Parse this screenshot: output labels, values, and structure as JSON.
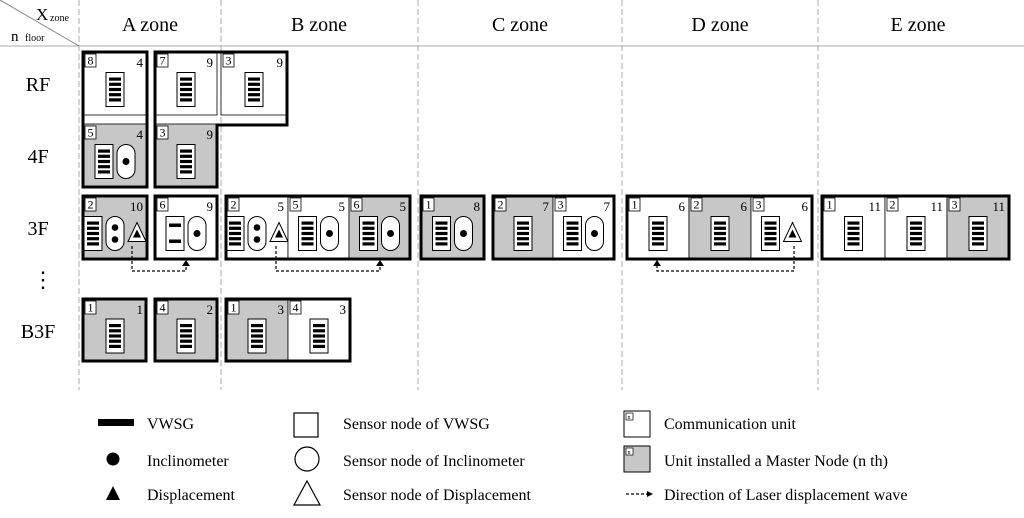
{
  "header": {
    "corner_top": "X",
    "corner_top_sub": "zone",
    "corner_bottom": "n",
    "corner_bottom_sub": "floor",
    "zones": [
      "A zone",
      "B zone",
      "C zone",
      "D zone",
      "E zone"
    ]
  },
  "floors": [
    "RF",
    "4F",
    "3F",
    "⋮",
    "B3F"
  ],
  "units": [
    {
      "zone": "A",
      "floor": "RF",
      "col": 0,
      "num": "8",
      "count": "4",
      "fill": "white",
      "sensors": [
        "vwsg"
      ]
    },
    {
      "zone": "A",
      "floor": "4F",
      "col": 0,
      "num": "5",
      "count": "4",
      "fill": "gray",
      "sensors": [
        "vwsg",
        "incl"
      ]
    },
    {
      "zone": "A",
      "floor": "3F",
      "col": 0,
      "num": "2",
      "count": "10",
      "fill": "gray",
      "sensors": [
        "vwsg",
        "incl2",
        "disp"
      ]
    },
    {
      "zone": "A",
      "floor": "B3F",
      "col": 0,
      "num": "1",
      "count": "1",
      "fill": "gray",
      "sensors": [
        "vwsg"
      ]
    },
    {
      "zone": "A",
      "floor": "RF",
      "col": 1,
      "num": "7",
      "count": "9",
      "fill": "white",
      "sensors": [
        "vwsg"
      ]
    },
    {
      "zone": "A",
      "floor": "4F",
      "col": 1,
      "num": "3",
      "count": "9",
      "fill": "gray",
      "sensors": [
        "vwsg"
      ]
    },
    {
      "zone": "A",
      "floor": "3F",
      "col": 1,
      "num": "6",
      "count": "9",
      "fill": "white",
      "sensors": [
        "vwsg2",
        "incl"
      ]
    },
    {
      "zone": "A",
      "floor": "B3F",
      "col": 1,
      "num": "4",
      "count": "2",
      "fill": "gray",
      "sensors": [
        "vwsg"
      ]
    },
    {
      "zone": "B",
      "floor": "RF",
      "col": 0,
      "num": "3",
      "count": "9",
      "fill": "white",
      "sensors": [
        "vwsg"
      ]
    },
    {
      "zone": "B",
      "floor": "3F",
      "col": 0,
      "num": "2",
      "count": "5",
      "fill": "white",
      "sensors": [
        "vwsg",
        "incl2",
        "disp"
      ]
    },
    {
      "zone": "B",
      "floor": "3F",
      "col": 1,
      "num": "5",
      "count": "5",
      "fill": "white",
      "sensors": [
        "vwsg",
        "incl"
      ]
    },
    {
      "zone": "B",
      "floor": "3F",
      "col": 2,
      "num": "6",
      "count": "5",
      "fill": "gray",
      "sensors": [
        "vwsg",
        "incl"
      ]
    },
    {
      "zone": "B",
      "floor": "B3F",
      "col": 0,
      "num": "1",
      "count": "3",
      "fill": "gray",
      "sensors": [
        "vwsg"
      ]
    },
    {
      "zone": "B",
      "floor": "B3F",
      "col": 1,
      "num": "4",
      "count": "3",
      "fill": "white",
      "sensors": [
        "vwsg"
      ]
    },
    {
      "zone": "C",
      "floor": "3F",
      "col": 0,
      "num": "1",
      "count": "8",
      "fill": "gray",
      "sensors": [
        "vwsg",
        "incl"
      ]
    },
    {
      "zone": "C",
      "floor": "3F",
      "col": 1,
      "num": "2",
      "count": "7",
      "fill": "gray",
      "sensors": [
        "vwsg"
      ]
    },
    {
      "zone": "C",
      "floor": "3F",
      "col": 2,
      "num": "3",
      "count": "7",
      "fill": "white",
      "sensors": [
        "vwsg",
        "incl"
      ]
    },
    {
      "zone": "D",
      "floor": "3F",
      "col": 0,
      "num": "1",
      "count": "6",
      "fill": "white",
      "sensors": [
        "vwsg"
      ]
    },
    {
      "zone": "D",
      "floor": "3F",
      "col": 1,
      "num": "2",
      "count": "6",
      "fill": "gray",
      "sensors": [
        "vwsg"
      ]
    },
    {
      "zone": "D",
      "floor": "3F",
      "col": 2,
      "num": "3",
      "count": "6",
      "fill": "white",
      "sensors": [
        "vwsg",
        "disp"
      ]
    },
    {
      "zone": "E",
      "floor": "3F",
      "col": 0,
      "num": "1",
      "count": "11",
      "fill": "white",
      "sensors": [
        "vwsg"
      ]
    },
    {
      "zone": "E",
      "floor": "3F",
      "col": 1,
      "num": "2",
      "count": "11",
      "fill": "white",
      "sensors": [
        "vwsg"
      ]
    },
    {
      "zone": "E",
      "floor": "3F",
      "col": 2,
      "num": "3",
      "count": "11",
      "fill": "gray",
      "sensors": [
        "vwsg"
      ]
    }
  ],
  "legend": [
    {
      "icon": "vwsg-bar-icon",
      "label": "VWSG"
    },
    {
      "icon": "inclinometer-dot-icon",
      "label": "Inclinometer"
    },
    {
      "icon": "displacement-triangle-icon",
      "label": "Displacement"
    },
    {
      "icon": "square-outline-icon",
      "label": "Sensor node of VWSG"
    },
    {
      "icon": "circle-outline-icon",
      "label": "Sensor node of Inclinometer"
    },
    {
      "icon": "triangle-outline-icon",
      "label": "Sensor node of Displacement"
    },
    {
      "icon": "communication-unit-icon",
      "label": "Communication unit",
      "badge": "n"
    },
    {
      "icon": "master-node-unit-icon",
      "label": "Unit installed a Master Node (n th)",
      "badge": "n"
    },
    {
      "icon": "dashed-arrow-icon",
      "label": "Direction of Laser displacement wave"
    }
  ],
  "colors": {
    "gray": "#c7c7c7",
    "line": "#000000",
    "grid": "#aaaaaa"
  }
}
